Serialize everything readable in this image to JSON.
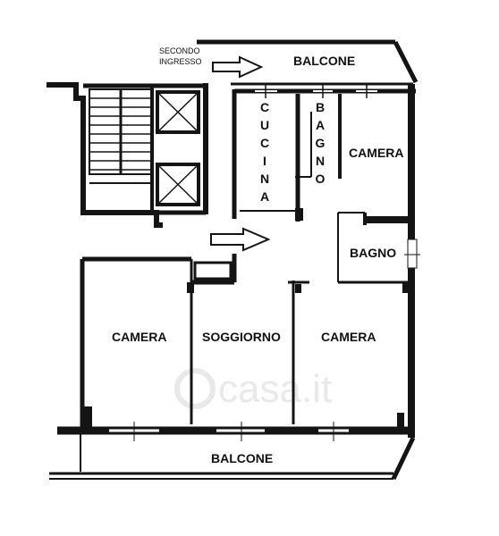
{
  "labels": {
    "secondo": "SECONDO",
    "ingresso": "INGRESSO",
    "balcone_top": "BALCONE",
    "cucina": "CUCINA",
    "bagno_vertical": "BAGNO",
    "camera_top_right": "CAMERA",
    "bagno_right": "BAGNO",
    "camera_left": "CAMERA",
    "soggiorno": "SOGGIORNO",
    "camera_right": "CAMERA",
    "balcone_bottom": "BALCONE"
  },
  "watermark": "casa.it",
  "colors": {
    "wall": "#141414",
    "ink": "#111111",
    "watermark": "#e9e9e9"
  }
}
